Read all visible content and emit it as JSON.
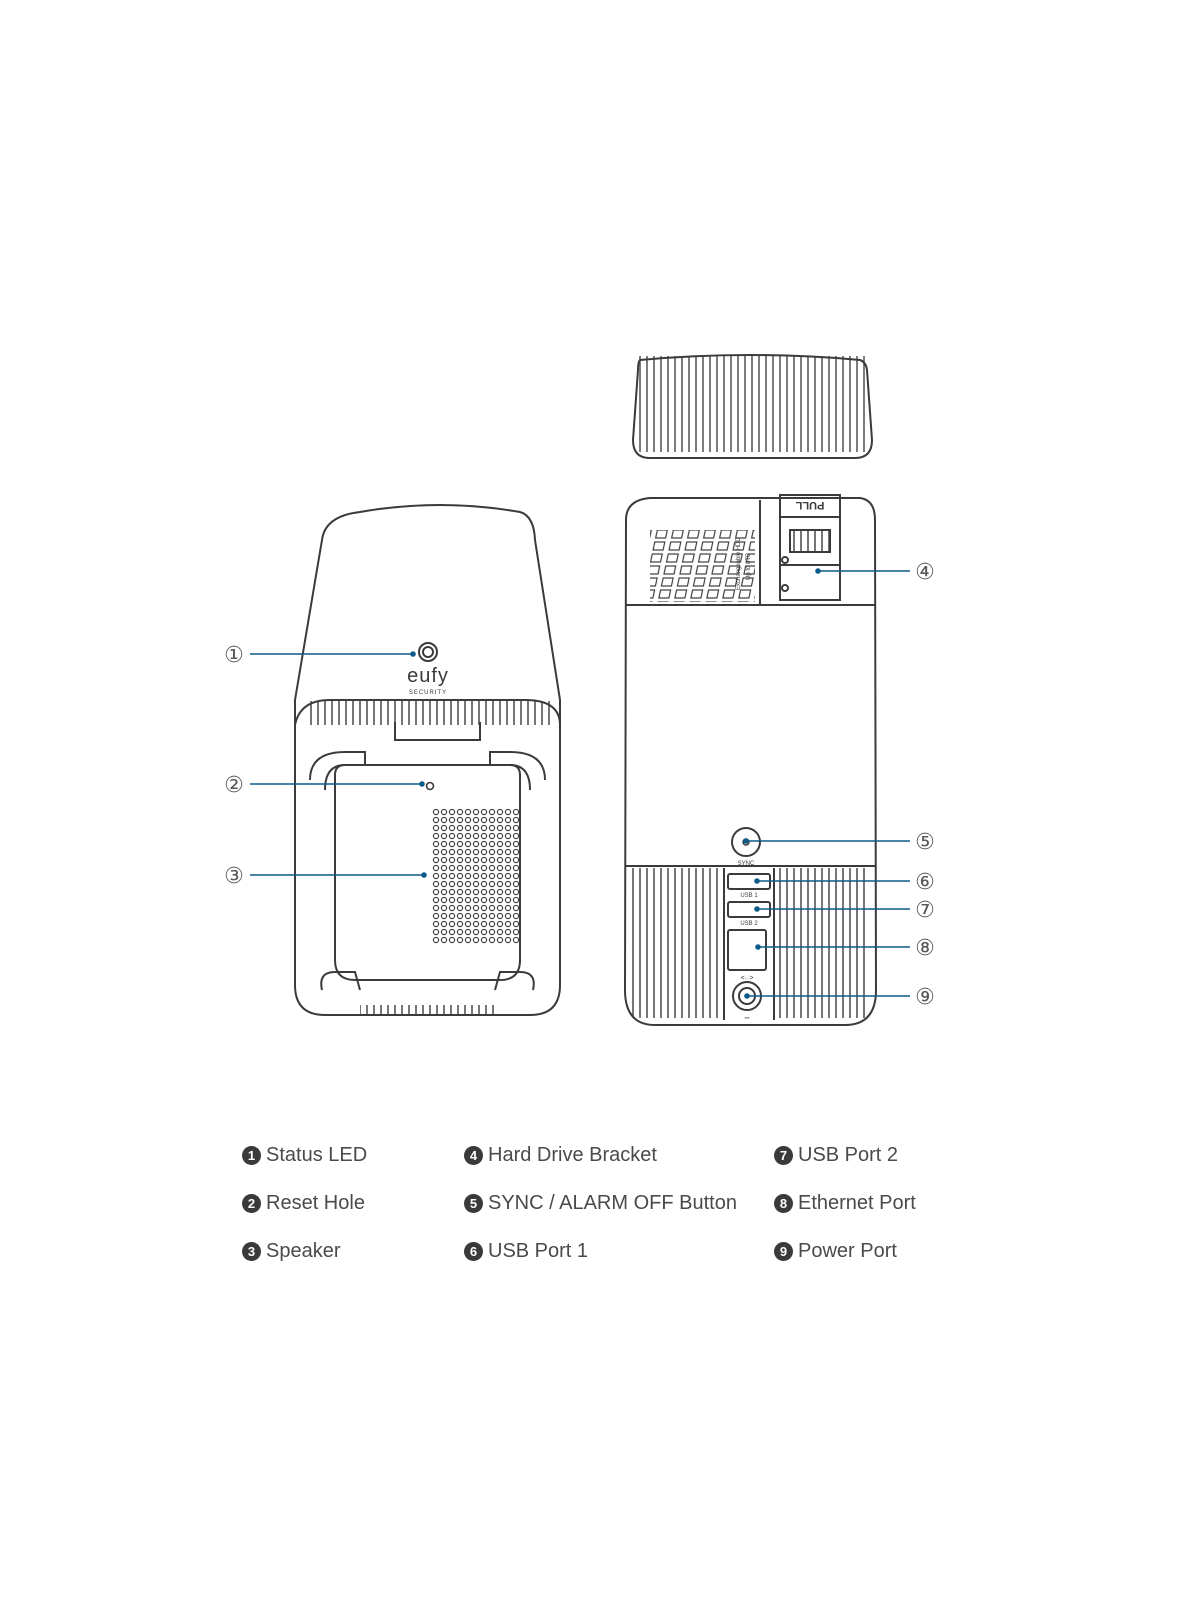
{
  "colors": {
    "line": "#3b3b3b",
    "leader": "#0d5b8a",
    "text": "#4a4a4a",
    "badge": "#3a3a3a"
  },
  "device_text": {
    "brand": "eufy",
    "brand_sub": "SECURITY",
    "pull": "PULL",
    "bracket_note": "Exchangeable HDD",
    "bracket_note_2": "Up to 8TB",
    "sync": "SYNC",
    "usb1": "USB 1",
    "usb2": "USB 2",
    "ethernet": "<··>",
    "power": "⎓"
  },
  "callouts": [
    {
      "num": "①",
      "name": "status-led"
    },
    {
      "num": "②",
      "name": "reset-hole"
    },
    {
      "num": "③",
      "name": "speaker"
    },
    {
      "num": "④",
      "name": "hard-drive-bracket"
    },
    {
      "num": "⑤",
      "name": "sync-alarm-off-button"
    },
    {
      "num": "⑥",
      "name": "usb-port-1"
    },
    {
      "num": "⑦",
      "name": "usb-port-2"
    },
    {
      "num": "⑧",
      "name": "ethernet-port"
    },
    {
      "num": "⑨",
      "name": "power-port"
    }
  ],
  "legend": [
    {
      "num": "1",
      "label": "Status LED"
    },
    {
      "num": "4",
      "label": "Hard Drive Bracket"
    },
    {
      "num": "7",
      "label": "USB Port 2"
    },
    {
      "num": "2",
      "label": "Reset Hole"
    },
    {
      "num": "5",
      "label": "SYNC / ALARM OFF Button"
    },
    {
      "num": "8",
      "label": "Ethernet Port"
    },
    {
      "num": "3",
      "label": "Speaker"
    },
    {
      "num": "6",
      "label": "USB Port 1"
    },
    {
      "num": "9",
      "label": "Power Port"
    }
  ]
}
